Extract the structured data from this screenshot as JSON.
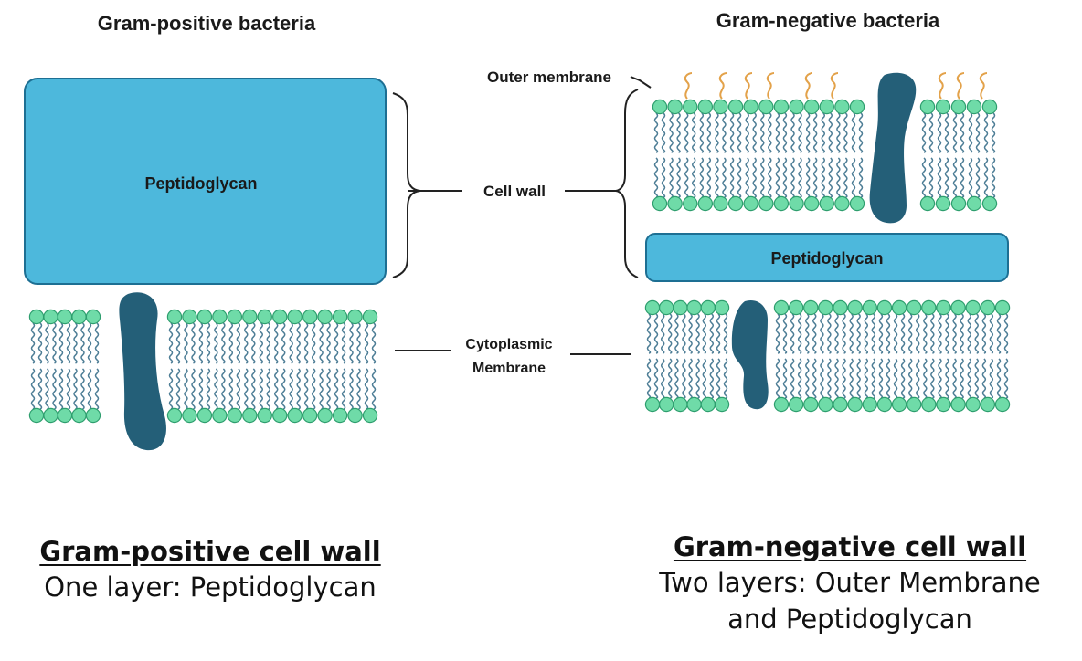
{
  "left": {
    "heading": "Gram-positive bacteria",
    "peptidoglycan_label": "Peptidoglycan",
    "caption_title": "Gram-positive cell wall",
    "caption_desc": "One layer: Peptidoglycan"
  },
  "right": {
    "heading": "Gram-negative bacteria",
    "outer_membrane_label": "Outer membrane",
    "peptidoglycan_label": "Peptidoglycan",
    "caption_title": "Gram-negative cell wall",
    "caption_desc_line1": "Two layers: Outer Membrane",
    "caption_desc_line2": "and Peptidoglycan"
  },
  "labels": {
    "cell_wall": "Cell wall",
    "cytoplasmic_line1": "Cytoplasmic",
    "cytoplasmic_line2": "Membrane"
  },
  "colors": {
    "peptidoglycan_fill": "#4db8dc",
    "peptidoglycan_stroke": "#1d6f93",
    "phospholipid_head": "#6fdba8",
    "phospholipid_head_stroke": "#2e9e6e",
    "lipid_tail": "#4e7e96",
    "protein": "#245f78",
    "lps_chain": "#e3a24a"
  }
}
